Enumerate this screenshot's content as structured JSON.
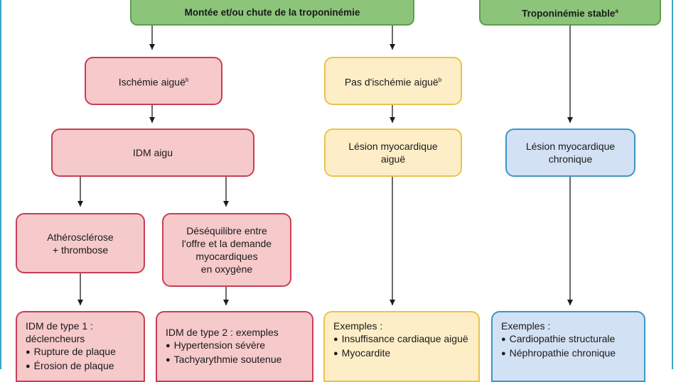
{
  "header": {
    "left": "Montée et/ou chute de la troponinémie",
    "right": "Troponinémie stable",
    "right_sup": "a"
  },
  "nodes": {
    "ischemie": {
      "text": "Ischémie aiguë",
      "sup": "b"
    },
    "pas_ischemie": {
      "text": "Pas d'ischémie aiguë",
      "sup": "b"
    },
    "idm_aigu": {
      "text": "IDM aigu"
    },
    "lesion_aigue": {
      "line1": "Lésion myocardique",
      "line2": "aiguë"
    },
    "lesion_chronique": {
      "line1": "Lésion myocardique",
      "line2": "chronique"
    },
    "atherosclerose": {
      "line1": "Athérosclérose",
      "line2": "+ thrombose"
    },
    "desequilibre": {
      "line1": "Déséquilibre entre",
      "line2": "l'offre et la demande",
      "line3": "myocardiques",
      "line4": "en oxygène"
    }
  },
  "leaves": {
    "type1": {
      "title1": "IDM de type 1 :",
      "title2": "déclencheurs",
      "items": [
        "Rupture de plaque",
        "Érosion de plaque"
      ]
    },
    "type2": {
      "title": "IDM de type 2 : exemples",
      "items": [
        "Hypertension sévère",
        "Tachyarythmie soutenue"
      ]
    },
    "exemples_aigue": {
      "title": "Exemples :",
      "items": [
        "Insuffisance cardiaque aiguë",
        "Myocardite"
      ]
    },
    "exemples_chronique": {
      "title": "Exemples :",
      "items": [
        "Cardiopathie structurale",
        "Néphropathie chronique"
      ]
    }
  },
  "colors": {
    "green": "#8cc57a",
    "red_fill": "#f6c9cb",
    "red_border": "#c93f56",
    "yellow_fill": "#fdeec7",
    "yellow_border": "#ebc34a",
    "blue_fill": "#d3e1f5",
    "blue_border": "#3c96c4",
    "frame": "#3aa6c4"
  }
}
